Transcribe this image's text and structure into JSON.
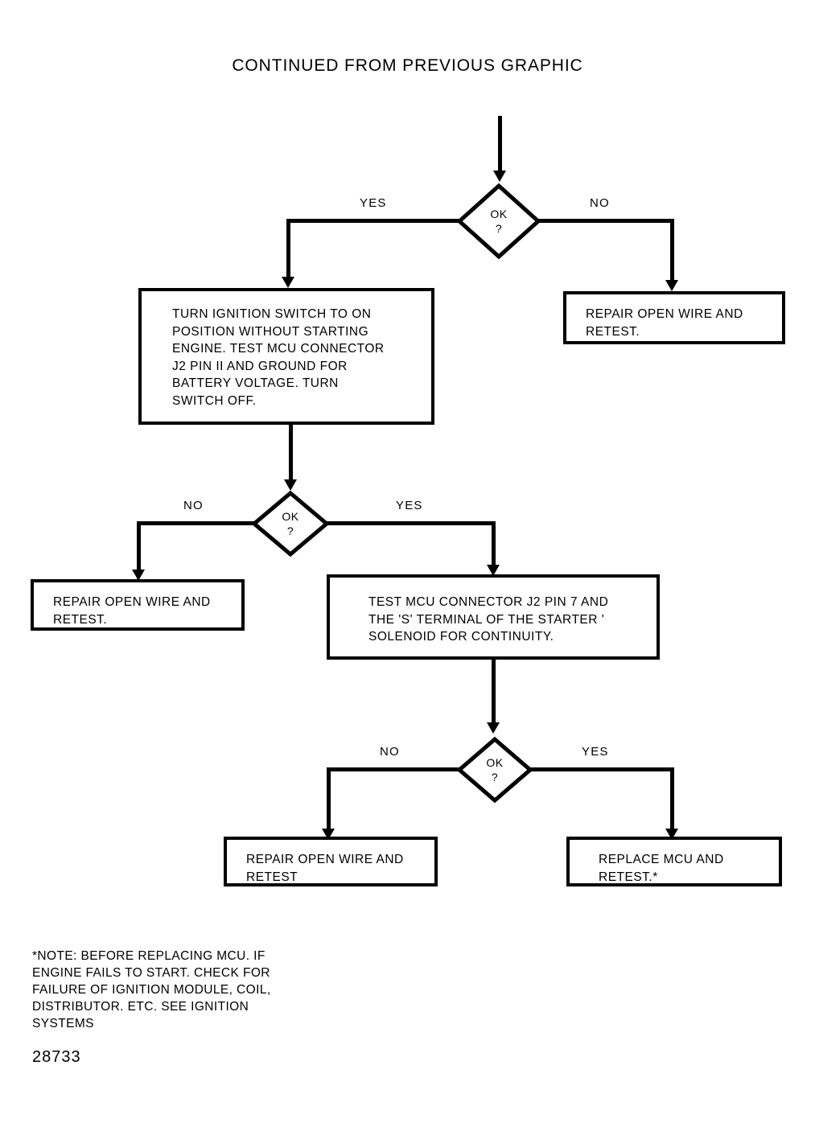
{
  "title": "CONTINUED FROM PREVIOUS GRAPHIC",
  "figure_number": "28733",
  "colors": {
    "ink": "#000000",
    "paper": "#ffffff"
  },
  "decisions": [
    {
      "id": "decision-1",
      "label": "OK",
      "question": "?",
      "left_branch": "YES",
      "right_branch": "NO"
    },
    {
      "id": "decision-2",
      "label": "OK",
      "question": "?",
      "left_branch": "NO",
      "right_branch": "YES"
    },
    {
      "id": "decision-3",
      "label": "OK",
      "question": "?",
      "left_branch": "NO",
      "right_branch": "YES"
    }
  ],
  "boxes": [
    {
      "id": "box-turn-ignition",
      "text": "TURN IGNITION SWITCH TO ON\nPOSITION WITHOUT STARTING\nENGINE. TEST MCU CONNECTOR\nJ2 PIN II AND GROUND FOR\nBATTERY VOLTAGE. TURN\nSWITCH OFF."
    },
    {
      "id": "box-repair-1",
      "text": "REPAIR OPEN WIRE AND\nRETEST."
    },
    {
      "id": "box-repair-2",
      "text": "REPAIR OPEN WIRE AND\nRETEST."
    },
    {
      "id": "box-test-mcu-j2-pin7",
      "text": "TEST MCU CONNECTOR J2 PIN 7 AND\nTHE 'S' TERMINAL OF THE STARTER '\nSOLENOID FOR CONTINUITY."
    },
    {
      "id": "box-repair-3",
      "text": "REPAIR OPEN WIRE AND\nRETEST"
    },
    {
      "id": "box-replace-mcu",
      "text": "REPLACE MCU AND\nRETEST.*"
    }
  ],
  "footnote": "*NOTE: BEFORE REPLACING MCU. IF\nENGINE FAILS TO START. CHECK FOR\nFAILURE OF IGNITION MODULE, COIL,\nDISTRIBUTOR. ETC. SEE IGNITION\nSYSTEMS"
}
